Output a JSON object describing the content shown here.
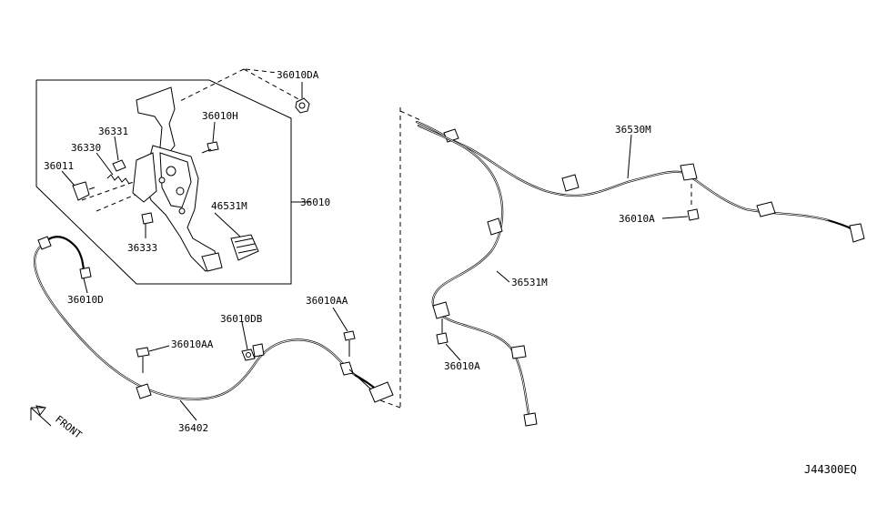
{
  "diagram": {
    "code": "J44300EQ",
    "front_label": "FRONT",
    "parts": {
      "p36010DA": "36010DA",
      "p36010H": "36010H",
      "p36331": "36331",
      "p36330": "36330",
      "p36011": "36011",
      "p46531M": "46531M",
      "p36010": "36010",
      "p36333": "36333",
      "p36010D": "36010D",
      "p36010DB": "36010DB",
      "p36010AA_left": "36010AA",
      "p36010AA_mid": "36010AA",
      "p36402": "36402",
      "p36530M": "36530M",
      "p36010A_right": "36010A",
      "p36531M": "36531M",
      "p36010A_bottom": "36010A"
    }
  }
}
